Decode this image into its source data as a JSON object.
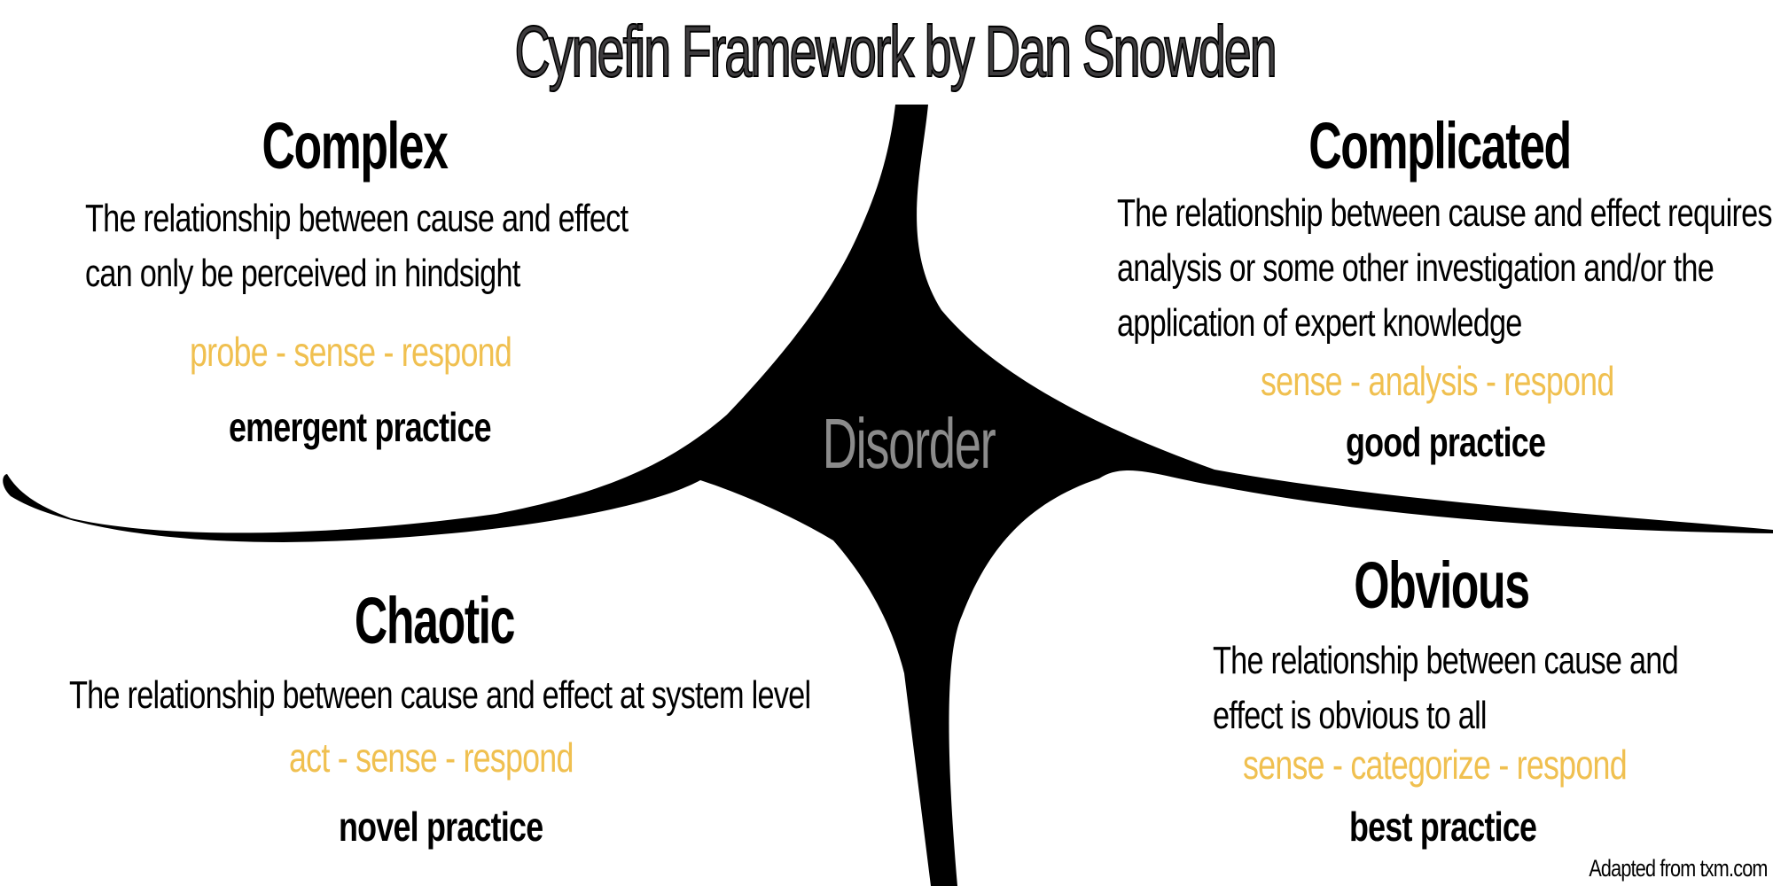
{
  "title": "Cynefin Framework by Dan Snowden",
  "center_label": "Disorder",
  "domains": {
    "complex": {
      "heading": "Complex",
      "description": [
        "The relationship between cause and effect",
        "can only be perceived in hindsight"
      ],
      "steps": "probe - sense - respond",
      "practice": "emergent practice"
    },
    "complicated": {
      "heading": "Complicated",
      "description": [
        "The relationship between cause and effect requires",
        "analysis or some other investigation and/or the",
        "application of expert knowledge"
      ],
      "steps": "sense - analysis - respond",
      "practice": "good practice"
    },
    "chaotic": {
      "heading": "Chaotic",
      "description": [
        "The relationship between cause and effect at system level"
      ],
      "steps": "act - sense - respond",
      "practice": "novel practice"
    },
    "obvious": {
      "heading": "Obvious",
      "description": [
        "The relationship between cause and",
        "effect is obvious to all"
      ],
      "steps": "sense - categorize - respond",
      "practice": "best practice"
    }
  },
  "credit": "Adapted from txm.com",
  "colors": {
    "steps": "#f0c050",
    "center_label": "#8b8b8b",
    "shape": "#000000"
  }
}
